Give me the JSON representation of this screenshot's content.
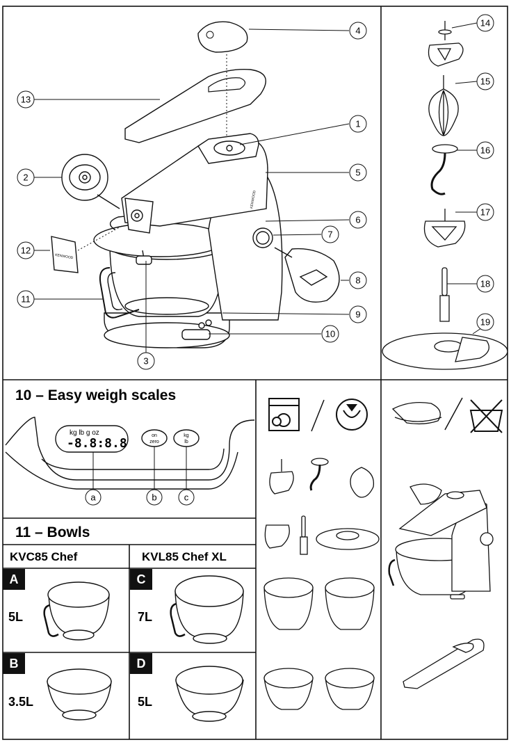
{
  "callouts": [
    "1",
    "2",
    "3",
    "4",
    "5",
    "6",
    "7",
    "8",
    "9",
    "10",
    "11",
    "12",
    "13",
    "14",
    "15",
    "16",
    "17",
    "18",
    "19"
  ],
  "brand": "KENWOOD",
  "scales": {
    "title": "10 – Easy weigh scales",
    "units": "kg  lb   g  oz",
    "digits": "-8.8:8.8",
    "btn_on": "on",
    "btn_zero": "zero",
    "btn_kg": "kg",
    "btn_lb": "lb",
    "labels": [
      "a",
      "b",
      "c"
    ]
  },
  "bowls": {
    "title": "11 – Bowls",
    "col1": "KVC85 Chef",
    "col2": "KVL85 Chef XL",
    "items": [
      {
        "letter": "A",
        "volume": "5L"
      },
      {
        "letter": "B",
        "volume": "3.5L"
      },
      {
        "letter": "C",
        "volume": "7L"
      },
      {
        "letter": "D",
        "volume": "5L"
      }
    ]
  }
}
